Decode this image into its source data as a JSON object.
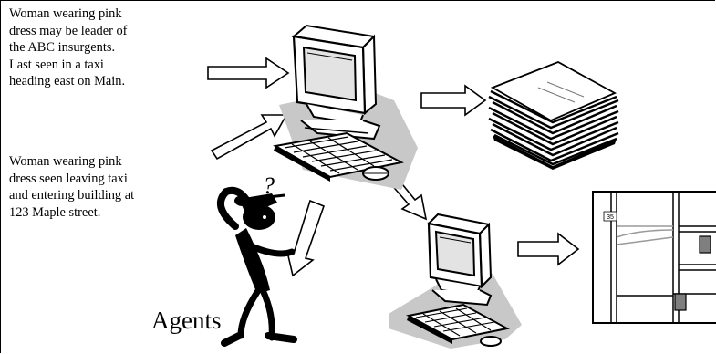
{
  "report_1": "Woman wearing pink\ndress may be leader of\nthe ABC insurgents.\nLast seen in a taxi\nheading east on Main.",
  "report_2": "Woman wearing pink\ndress seen leaving taxi\nand entering building at\n123 Maple street.",
  "agents_label": "Agents",
  "question_mark": "?",
  "map_street_number": "35",
  "colors": {
    "line": "#000000",
    "shadow": "#c8c8c8",
    "screen": "#e3e3e3",
    "map_block": "#7f7f7f",
    "map_road": "#9a9a9a"
  },
  "icons": [
    "computer-icon",
    "computer-icon",
    "paper-stack-icon",
    "map-icon",
    "thinking-agent-icon",
    "arrow-icon"
  ]
}
